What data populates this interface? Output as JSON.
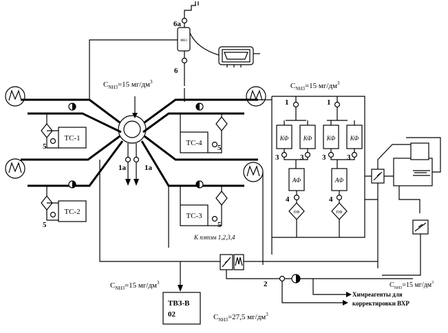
{
  "labels": {
    "c_top_center": "C",
    "c_top_center_sub": "NH3",
    "c_top_center_val": "=15 мг/дм",
    "c_top_center_sup": "3",
    "c_top_right": "C",
    "c_top_right_sub": "NH3",
    "c_top_right_val": "=15 мг/дм",
    "c_top_right_sup": "3",
    "c_bottom_left": "C",
    "c_bottom_left_sub": "NH3",
    "c_bottom_left_val": "=15 мг/дм",
    "c_bottom_left_sup": "3",
    "c_bottom_center": "C",
    "c_bottom_center_sub": "NH3",
    "c_bottom_center_val": "=27,5 мг/дм",
    "c_bottom_center_sup": "3",
    "c_bottom_right": "C",
    "c_bottom_right_sub": "NH3",
    "c_bottom_right_val": "=15 мг/дм",
    "c_bottom_right_sup": "3",
    "tank_label_line1": "ТВЗ-В",
    "tank_label_line2": "02",
    "to_pumps": "К пэтэм 1,2,3,4",
    "chem_line1": "Химреагенты для",
    "chem_line2": "корректировки ВХР"
  },
  "units": {
    "ts1": "ТС-1",
    "ts2": "ТС-2",
    "ts3": "ТС-3",
    "ts4": "ТС-4"
  },
  "filters": {
    "kf": "КФ",
    "af": "АФ",
    "pf": "ПФ"
  },
  "valve_numbers": {
    "v6a": "6а",
    "v6": "6",
    "v5": "5",
    "v1a": "1а",
    "v1": "1",
    "v3": "3",
    "v4": "4",
    "v2": "2"
  },
  "vessel_label": "ФВЗ"
}
